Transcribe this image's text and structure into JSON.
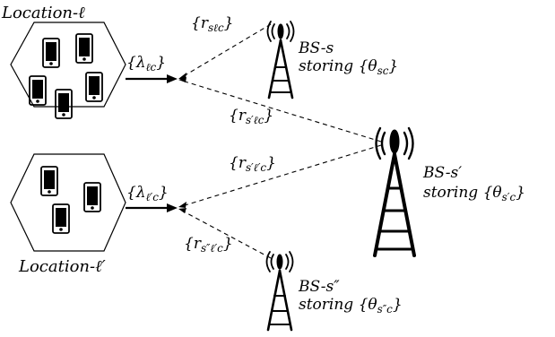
{
  "locations": [
    {
      "name": "Location-ℓ",
      "request_sym": "{λ",
      "request_sub": "ℓc",
      "request_close": "}",
      "phones": 5
    },
    {
      "name": "Location-ℓ′",
      "request_sym": "{λ",
      "request_sub": "ℓ′c",
      "request_close": "}",
      "phones": 3
    }
  ],
  "base_stations": [
    {
      "name": "BS-s",
      "storing": "storing {θ",
      "storing_sub": "sc",
      "storing_close": "}"
    },
    {
      "name": "BS-s′",
      "storing": "storing {θ",
      "storing_sub": "s′c",
      "storing_close": "}"
    },
    {
      "name": "BS-s″",
      "storing": "storing {θ",
      "storing_sub": "s″c",
      "storing_close": "}"
    }
  ],
  "links": [
    {
      "sym": "{r",
      "sub": "sℓc",
      "close": "}"
    },
    {
      "sym": "{r",
      "sub": "s′ℓc",
      "close": "}"
    },
    {
      "sym": "{r",
      "sub": "s′ℓ′c",
      "close": "}"
    },
    {
      "sym": "{r",
      "sub": "s″ℓ′c",
      "close": "}"
    }
  ],
  "colors": {
    "stroke": "#000000",
    "background": "#ffffff"
  }
}
